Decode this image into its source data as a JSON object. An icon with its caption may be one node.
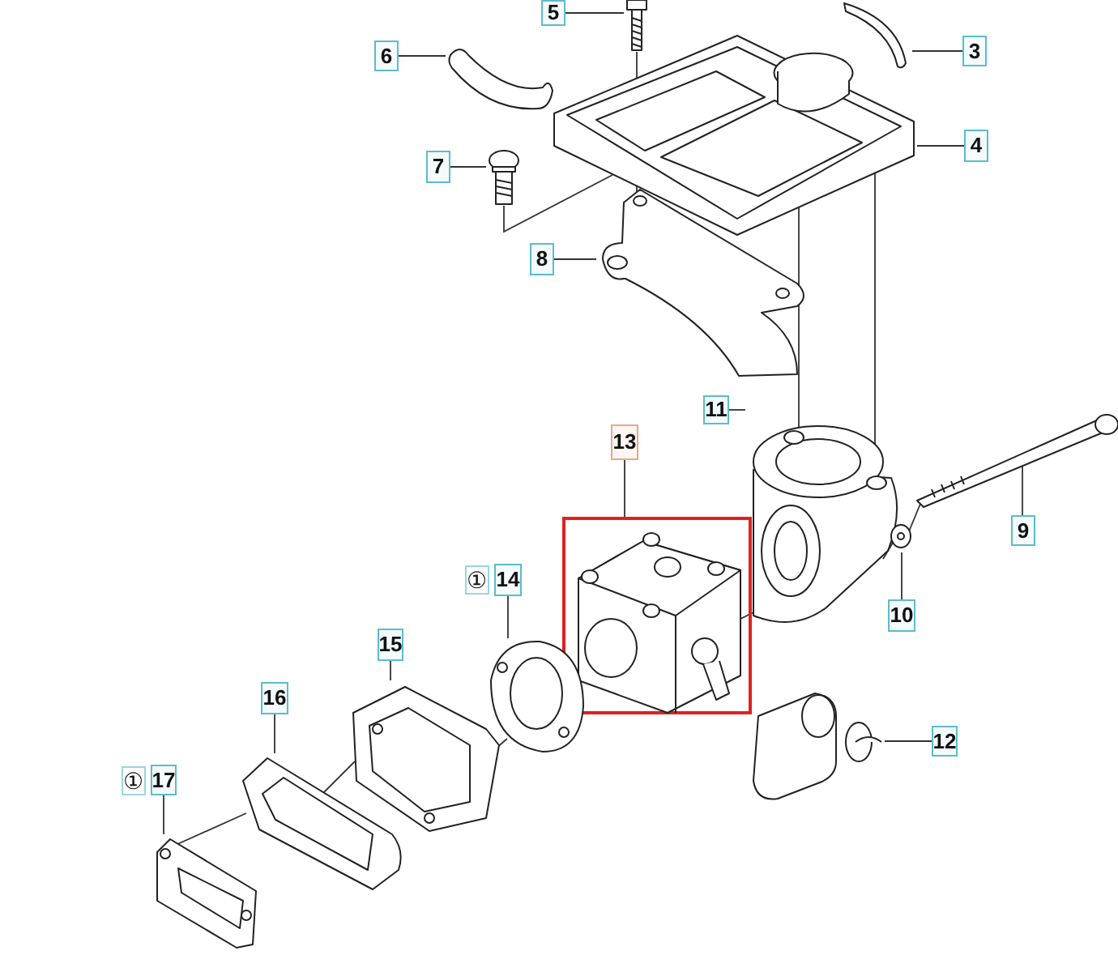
{
  "diagram": {
    "nodes": [
      {
        "text": [
          "5"
        ]
      },
      {
        "text": [],
        "shape": "picture"
      },
      {
        "text": [
          "6"
        ]
      },
      {
        "text": [],
        "shape": "picture"
      },
      {
        "text": [
          "3"
        ]
      },
      {
        "text": [],
        "shape": "picture"
      },
      {
        "text": [
          "4"
        ]
      },
      {
        "text": [],
        "shape": "picture"
      },
      {
        "text": [
          "7"
        ]
      },
      {
        "text": [],
        "shape": "picture"
      },
      {
        "text": [
          "8"
        ]
      },
      {
        "text": [],
        "shape": "picture"
      },
      {
        "text": [
          "11"
        ]
      },
      {
        "text": [],
        "shape": "picture"
      },
      {
        "text": [
          "13"
        ]
      },
      {
        "text": [],
        "shape": "picture"
      },
      {
        "text": [
          "9"
        ]
      },
      {
        "text": [],
        "shape": "picture"
      },
      {
        "text": [
          "14"
        ],
        "beside": [
          "①"
        ]
      },
      {
        "text": [],
        "shape": "picture"
      },
      {
        "text": [
          "10"
        ]
      },
      {
        "text": [],
        "shape": "picture"
      },
      {
        "text": [
          "15"
        ]
      },
      {
        "text": [],
        "shape": "picture"
      },
      {
        "text": [
          "16"
        ]
      },
      {
        "text": [],
        "shape": "picture"
      },
      {
        "text": [
          "12"
        ]
      },
      {
        "text": [],
        "shape": "picture"
      },
      {
        "text": [
          "17"
        ],
        "beside": [
          "①"
        ]
      },
      {
        "text": [],
        "shape": "picture"
      }
    ],
    "edges": [
      {
        "from": 0,
        "to": 1,
        "arrow": "none"
      },
      {
        "from": 2,
        "to": 3,
        "arrow": "none"
      },
      {
        "from": 4,
        "to": 5,
        "arrow": "none"
      },
      {
        "from": 6,
        "to": 7,
        "arrow": "none"
      },
      {
        "from": 8,
        "to": 9,
        "arrow": "none"
      },
      {
        "from": 10,
        "to": 11,
        "arrow": "none"
      },
      {
        "from": 12,
        "to": 13,
        "arrow": "none"
      },
      {
        "from": 14,
        "to": 15,
        "arrow": "none"
      },
      {
        "from": 16,
        "to": 17,
        "arrow": "none"
      },
      {
        "from": 18,
        "to": 19,
        "arrow": "none"
      },
      {
        "from": 20,
        "to": 21,
        "arrow": "none"
      },
      {
        "from": 22,
        "to": 23,
        "arrow": "none"
      },
      {
        "from": 24,
        "to": 25,
        "arrow": "none"
      },
      {
        "from": 26,
        "to": 27,
        "arrow": "none"
      },
      {
        "from": 28,
        "to": 29,
        "arrow": "none"
      },
      {
        "from": 29,
        "to": 25,
        "arrow": "none"
      },
      {
        "from": 25,
        "to": 23,
        "arrow": "none"
      },
      {
        "from": 23,
        "to": 19,
        "arrow": "none"
      },
      {
        "from": 15,
        "to": 13,
        "arrow": "none"
      },
      {
        "from": 13,
        "to": 21,
        "arrow": "none"
      },
      {
        "from": 21,
        "to": 17,
        "arrow": "none"
      },
      {
        "from": 9,
        "to": 7,
        "arrow": "none"
      },
      {
        "from": 1,
        "to": 7,
        "arrow": "none"
      },
      {
        "from": 7,
        "to": 11,
        "arrow": "none"
      },
      {
        "from": 7,
        "to": 13,
        "arrow": "none"
      },
      {
        "from": 7,
        "to": 13,
        "arrow": "none"
      }
    ]
  }
}
